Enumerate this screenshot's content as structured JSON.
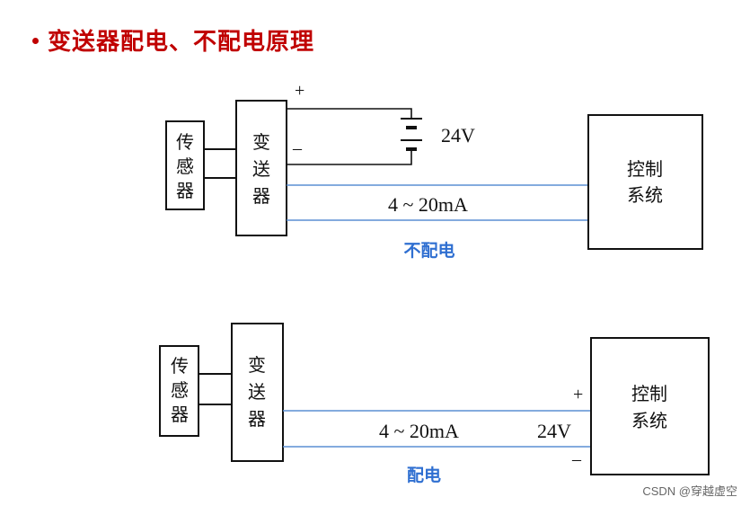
{
  "title": "变送器配电、不配电原理",
  "diagram1": {
    "sensor_label": [
      "传",
      "感",
      "器"
    ],
    "transmitter_label": [
      "变",
      "送",
      "器"
    ],
    "control_label": [
      "控制",
      "系统"
    ],
    "current_label": "4 ~ 20mA",
    "supply_label": "24V",
    "plus": "+",
    "minus": "–",
    "caption": "不配电"
  },
  "diagram2": {
    "sensor_label": [
      "传",
      "感",
      "器"
    ],
    "transmitter_label": [
      "变",
      "送",
      "器"
    ],
    "control_label": [
      "控制",
      "系统"
    ],
    "current_label": "4 ~ 20mA",
    "supply_label": "24V",
    "plus": "+",
    "minus": "–",
    "caption": "配电"
  },
  "watermark": "CSDN @穿越虚空",
  "colors": {
    "title": "#c00000",
    "signal_line": "#5b8fd4",
    "caption": "#2f6fd1"
  }
}
